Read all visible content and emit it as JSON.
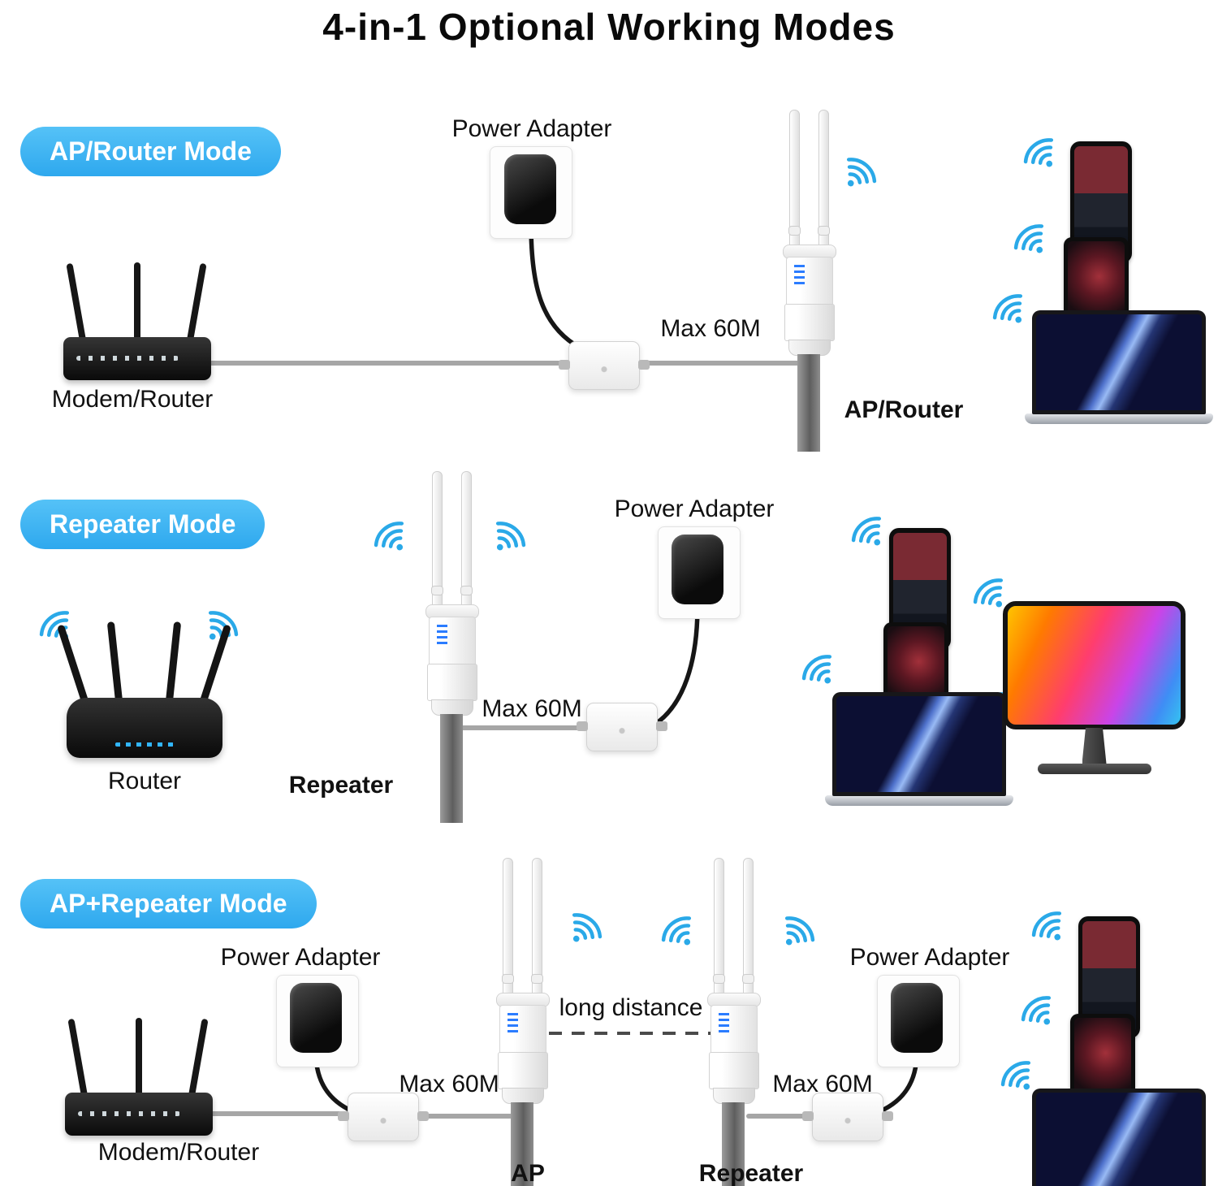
{
  "title": "4-in-1 Optional Working Modes",
  "colors": {
    "badge_accent": "#3cb4f3",
    "wifi_signal": "#2aa9e8"
  },
  "icons": {
    "wifi": "wifi-signal-arcs"
  },
  "sections": [
    {
      "badge": "AP/Router Mode",
      "power_adapter": "Power Adapter",
      "source_device": "Modem/Router",
      "cable": "Max 60M",
      "main_device": "AP/Router"
    },
    {
      "badge": "Repeater Mode",
      "power_adapter": "Power Adapter",
      "source_device": "Router",
      "cable": "Max 60M",
      "main_device": "Repeater"
    },
    {
      "badge": "AP+Repeater Mode",
      "power_adapter_left": "Power Adapter",
      "power_adapter_right": "Power Adapter",
      "source_device": "Modem/Router",
      "cable_left": "Max 60M",
      "cable_right": "Max 60M",
      "link_label": "long distance",
      "device_left": "AP",
      "device_right": "Repeater"
    }
  ]
}
